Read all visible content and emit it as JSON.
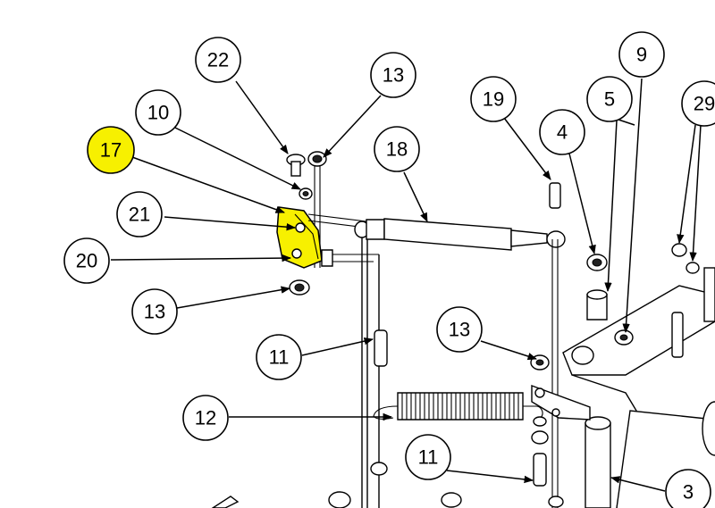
{
  "colors": {
    "highlight": "#f7f000",
    "line": "#000000",
    "background": "#ffffff"
  },
  "callouts": {
    "c22": "22",
    "c13a": "13",
    "c10": "10",
    "c17": "17",
    "c18": "18",
    "c19": "19",
    "c4": "4",
    "c5": "5",
    "c9": "9",
    "c29": "29",
    "c21": "21",
    "c20": "20",
    "c13b": "13",
    "c11a": "11",
    "c13c": "13",
    "c12": "12",
    "c11b": "11",
    "c3": "3"
  },
  "highlighted_part": "17"
}
